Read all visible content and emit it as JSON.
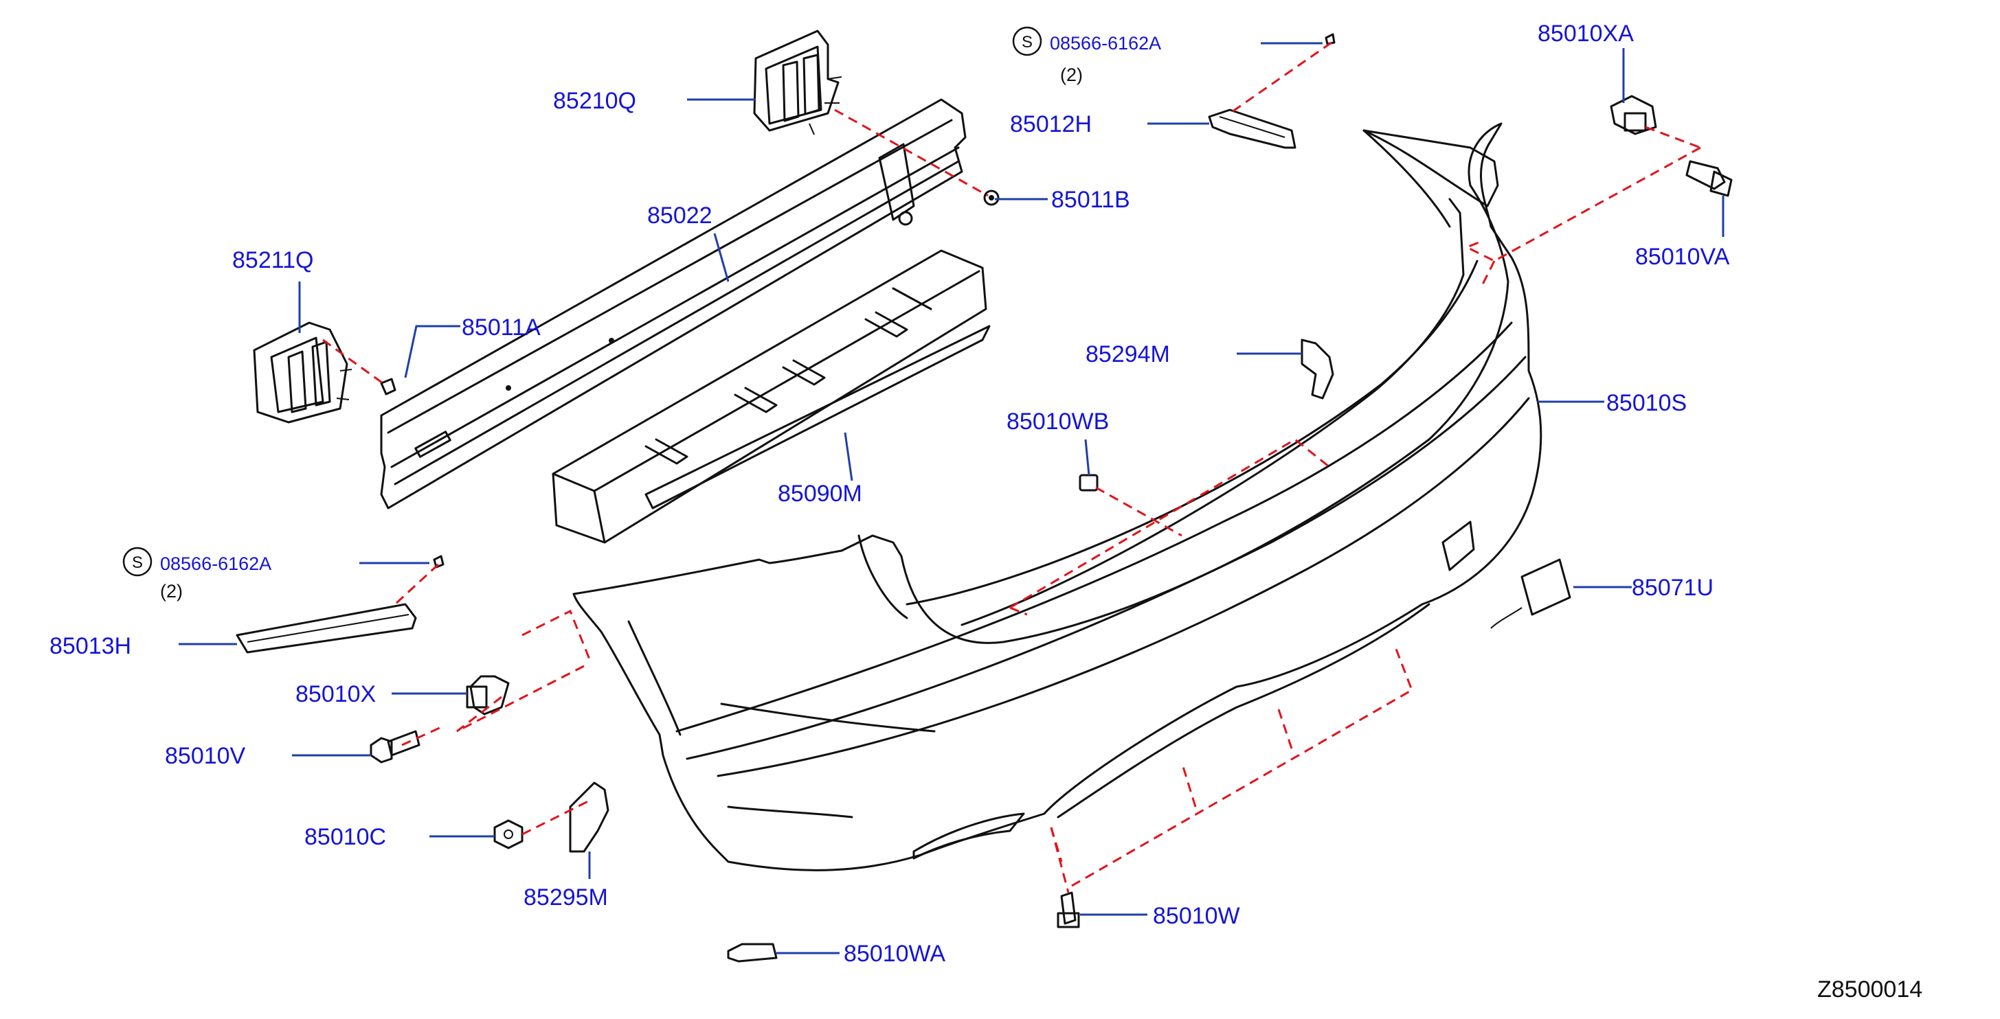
{
  "parts": {
    "p85210Q": "85210Q",
    "p85022": "85022",
    "p85211Q": "85211Q",
    "p85011A": "85011A",
    "p85011B": "85011B",
    "p85012H": "85012H",
    "p85090M": "85090M",
    "p85294M": "85294M",
    "p85010WB": "85010WB",
    "p85010XA": "85010XA",
    "p85010VA": "85010VA",
    "p85010S": "85010S",
    "p85071U": "85071U",
    "p85013H": "85013H",
    "p85010X": "85010X",
    "p85010V": "85010V",
    "p85010C": "85010C",
    "p85295M": "85295M",
    "p85010W": "85010W",
    "p85010WA": "85010WA"
  },
  "screws": [
    {
      "symbol": "S",
      "part_no": "08566-6162A",
      "qty": "(2)"
    },
    {
      "symbol": "S",
      "part_no": "08566-6162A",
      "qty": "(2)"
    }
  ],
  "diagram_code": "Z8500014",
  "colors": {
    "label": "#1414d8",
    "leader": "#1f3fa8",
    "dashed_guide": "#e0151b",
    "line_art": "#111111"
  }
}
